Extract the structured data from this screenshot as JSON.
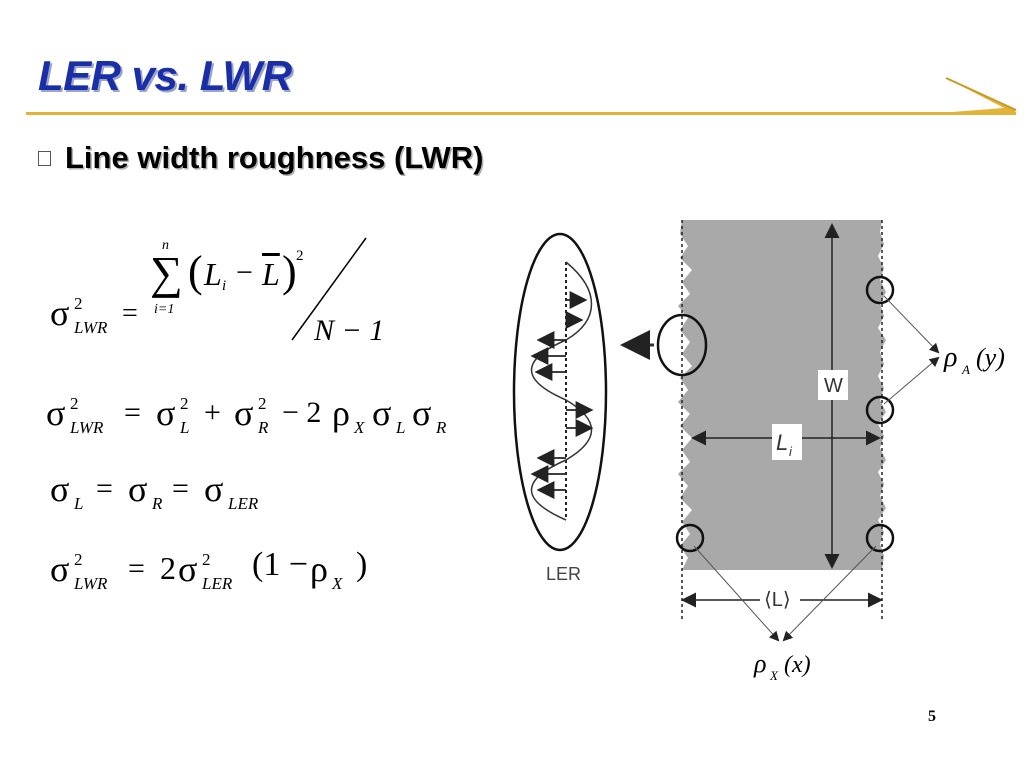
{
  "slide": {
    "title": "LER vs. LWR",
    "bullet": "Line width roughness (LWR)",
    "page_number": "5"
  },
  "equations": {
    "eq1": {
      "sigma": "σ",
      "sup2": "2",
      "sub": "LWR",
      "eq": "=",
      "sum": "∑",
      "sum_top": "n",
      "sum_bottom": "i=1",
      "paren_l": "(",
      "Li": "L",
      "Li_sub": "i",
      "minus": "−",
      "Lbar": "L",
      "paren_r": ")",
      "num_sup": "2",
      "denominator": "N − 1"
    },
    "eq2": {
      "sigma": "σ",
      "sup2": "2",
      "sub_lwr": "LWR",
      "eq": "=",
      "sub_l": "L",
      "plus": "+",
      "sub_r": "R",
      "minus_two": "− 2",
      "rho": "ρ",
      "sub_x": "X"
    },
    "eq3": {
      "sub_l": "L",
      "sub_r": "R",
      "sub_ler": "LER"
    },
    "eq4": {
      "two": "2",
      "paren_one": "(1 −",
      "paren_close": ")"
    }
  },
  "diagram": {
    "w_label": "W",
    "li_label": "L",
    "li_sub": "i",
    "lbar_label": "⟨L⟩",
    "rho_a": "ρ",
    "rho_a_sub": "A",
    "rho_a_arg": "(y)",
    "rho_x": "ρ",
    "rho_x_sub": "X",
    "rho_x_arg": "(x)",
    "ler_label": "LER",
    "colors": {
      "line_fill": "#a9a9a9",
      "title_blue": "#1a2ea8",
      "rule_gold": "#e4b43a"
    }
  }
}
